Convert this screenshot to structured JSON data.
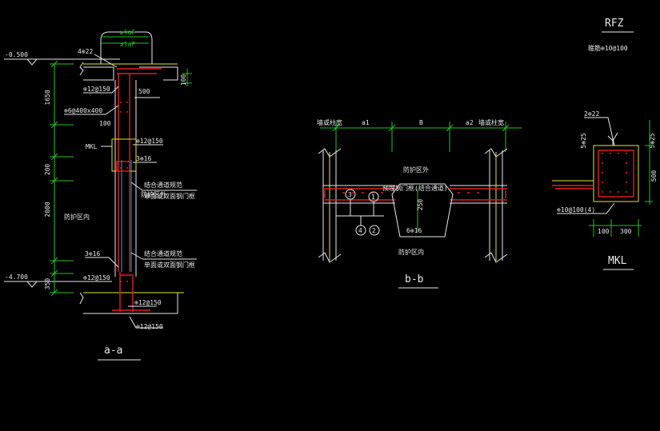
{
  "colors": {
    "background": "#000000",
    "line_white": "#e8e8e8",
    "line_green": "#22c522",
    "line_yellow": "#e6e632",
    "rebar_red": "#e02020",
    "line_cyan": "#18b8d8"
  },
  "section_a": {
    "title": "a-a",
    "elev_top": "-0.500",
    "elev_bottom": "-4.700",
    "top_bar": "4⊕22",
    "lap_top": "≥laF",
    "lap_bottom": "≥laF",
    "bar_1": "⊕12@150",
    "tie": "⊕6@400x400",
    "dim_500": "500",
    "dim_100": "100",
    "dim_100_right": "100",
    "bar_2": "⊕12@150",
    "label_mkl": "MKL",
    "bar_3": "3⊕16",
    "dim_1650": "1650",
    "dim_200": "200",
    "dim_2000": "2000",
    "dim_350": "350",
    "zone_outside": "防护区外",
    "zone_inside": "防护区内",
    "door_1_l1": "结合通道规范",
    "door_1_l2": "单面或双面钢门框",
    "bar_4": "3⊕16",
    "door_2_l1": "结合通道规范",
    "door_2_l2": "单面或双面钢门框",
    "bar_5": "⊕12@150",
    "bar_6": "⊕12@150",
    "bar_7": "⊕12@150"
  },
  "section_b": {
    "title": "b-b",
    "wall_thick_left": "墙或柱宽",
    "dim_a1": "a1",
    "dim_B": "B",
    "dim_a2": "a2",
    "wall_thick_right": "墙或柱宽",
    "zone_outside": "防护区外",
    "door_label": "预埋钢门框(结合通道)",
    "marker_1": "1",
    "marker_2": "2",
    "marker_3": "3",
    "marker_4": "4",
    "dim_250": "250",
    "bar_6a16": "6⊕16",
    "zone_inside": "防护区内"
  },
  "rfz": {
    "title": "RFZ",
    "stirrup": "箍筋⊕10@100",
    "top_bar": "2⊕22",
    "side_bar_1": "5⊕25",
    "side_bar_2": "5⊕25",
    "dim_500": "500",
    "stirrup_2": "⊕10@100(4)",
    "dim_100": "100",
    "dim_300": "300",
    "title_bottom": "MKL"
  }
}
